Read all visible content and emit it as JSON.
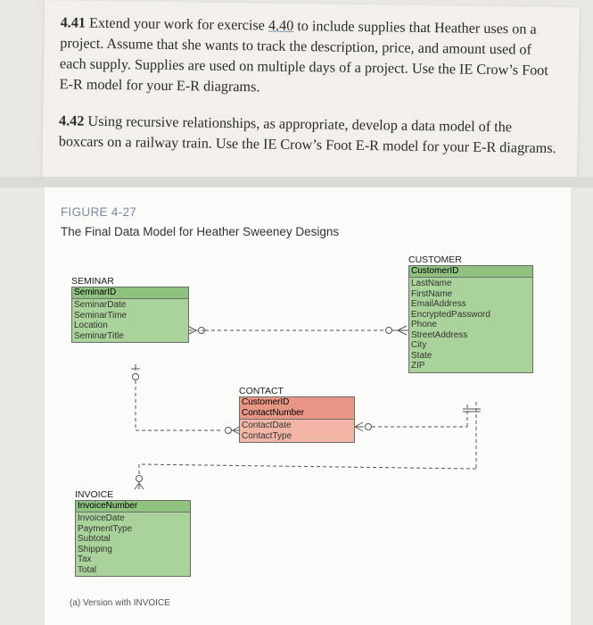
{
  "exercises": {
    "ex441": {
      "number": "4.41",
      "text_before": " Extend your work for exercise ",
      "link": "4.40",
      "text_after": " to include supplies that Heather uses on a project. Assume that she wants to track the description, price, and amount used of each supply. Supplies are used on multiple days of a project. Use the IE Crow’s Foot E-R model for your E-R diagrams."
    },
    "ex442": {
      "number": "4.42",
      "text": " Using recursive relationships, as appropriate, develop a data model of the boxcars on a railway train. Use the IE Crow’s Foot E-R model for your E-R diagrams."
    }
  },
  "figure": {
    "number": "FIGURE 4-27",
    "title": "The Final Data Model for Heather Sweeney Designs",
    "caption": "(a) Version with INVOICE",
    "entities": {
      "seminar": {
        "name": "SEMINAR",
        "key": "SeminarID",
        "attributes": [
          "SeminarDate",
          "SeminarTime",
          "Location",
          "SeminarTitle"
        ]
      },
      "customer": {
        "name": "CUSTOMER",
        "key": "CustomerID",
        "attributes": [
          "LastName",
          "FirstName",
          "EmailAddress",
          "EncryptedPassword",
          "Phone",
          "StreetAddress",
          "City",
          "State",
          "ZIP"
        ]
      },
      "contact": {
        "name": "CONTACT",
        "key": "CustomerID",
        "key2": "ContactNumber",
        "attributes": [
          "ContactDate",
          "ContactType"
        ]
      },
      "invoice": {
        "name": "INVOICE",
        "key": "InvoiceNumber",
        "attributes": [
          "InvoiceDate",
          "PaymentType",
          "Subtotal",
          "Shipping",
          "Tax",
          "Total"
        ]
      }
    }
  },
  "colors": {
    "entity_green": "#a9d39a",
    "key_green": "#8fc27f",
    "entity_red": "#f2b5a6",
    "key_red": "#e89786"
  }
}
